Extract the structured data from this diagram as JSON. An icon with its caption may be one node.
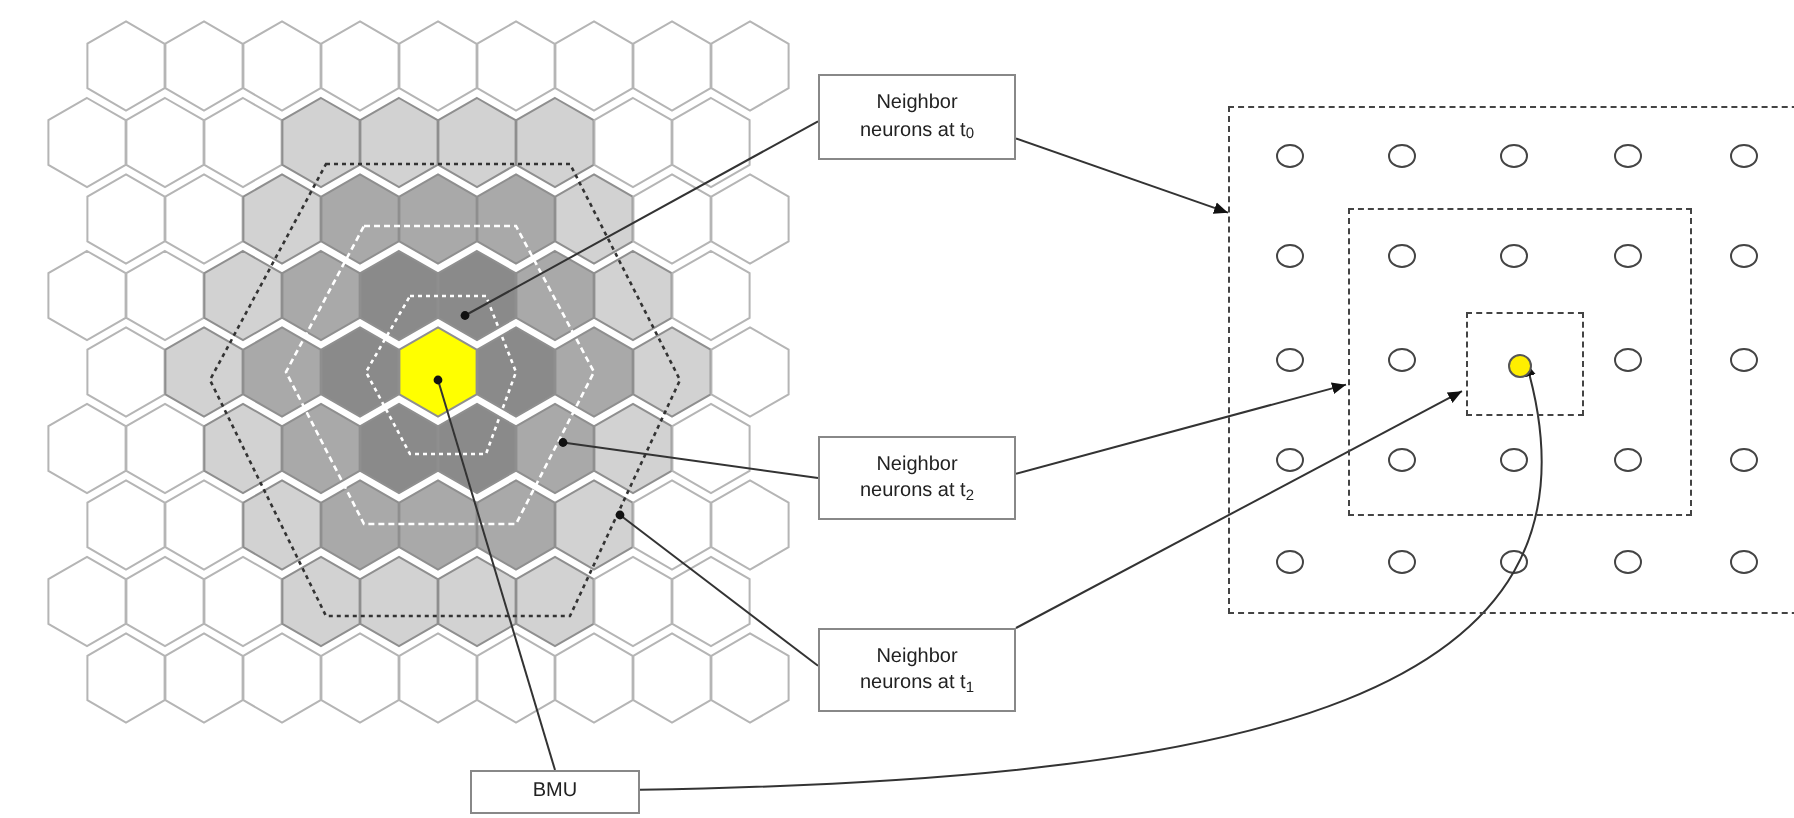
{
  "diagram": {
    "nodes": [
      {
        "text": [
          "Neighbor neurons at t$_{0}$"
        ]
      },
      {
        "text": [
          "Neighbor neurons at t$_{2}$"
        ]
      },
      {
        "text": [
          "Neighbor neurons at t$_{1}$"
        ]
      },
      {
        "text": [
          "BMU"
        ]
      },
      {
        "text": [],
        "shape": "grid"
      },
      {
        "text": [],
        "shape": "box"
      },
      {
        "text": [],
        "shape": "box",
        "in": 5
      },
      {
        "text": [],
        "shape": "box",
        "in": 6
      },
      {
        "text": [],
        "shape": "circle",
        "in": 7
      }
    ],
    "edges": [
      {
        "from": 0,
        "to": 4,
        "arrow": "other"
      },
      {
        "from": 0,
        "to": 5,
        "arrow": "to"
      },
      {
        "from": 1,
        "to": 4,
        "arrow": "other"
      },
      {
        "from": 1,
        "to": 6,
        "arrow": "to"
      },
      {
        "from": 2,
        "to": 4,
        "arrow": "other"
      },
      {
        "from": 2,
        "to": 7,
        "arrow": "to"
      },
      {
        "from": 3,
        "to": 4,
        "arrow": "other"
      },
      {
        "from": 3,
        "to": 8,
        "arrow": "to"
      }
    ]
  }
}
